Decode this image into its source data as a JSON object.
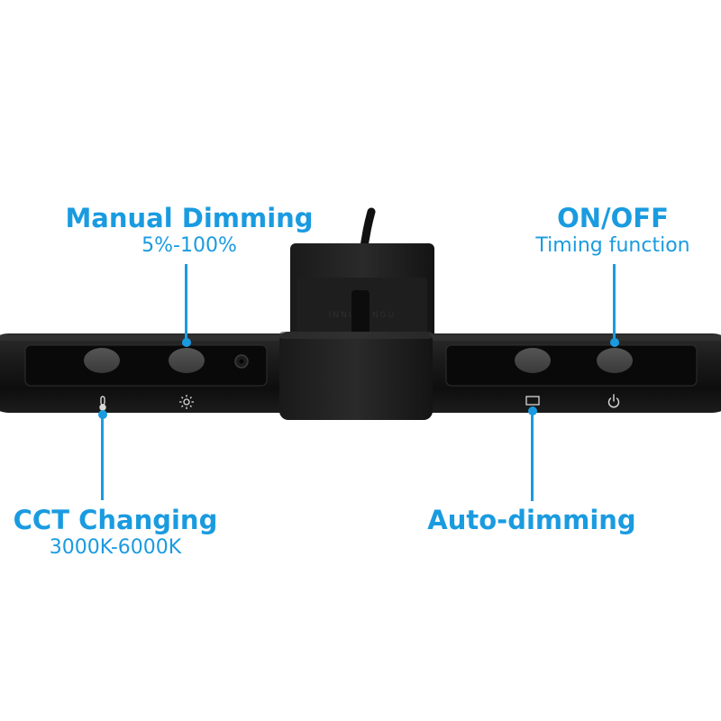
{
  "colors": {
    "accent": "#1a9be0",
    "bar_body": "#141414",
    "bar_highlight": "#3a3a3a",
    "button": "#4a4a4a"
  },
  "icons": {
    "cct_button": "thermometer-icon",
    "manual_dimming_button": "sun-icon",
    "auto_dimming_button": "rectangle-icon",
    "power_button": "power-icon",
    "sensor": "light-sensor-icon"
  },
  "callouts": {
    "manual_dimming": {
      "title": "Manual Dimming",
      "subtitle": "5%-100%"
    },
    "on_off": {
      "title": "ON/OFF",
      "subtitle": "Timing function"
    },
    "cct_changing": {
      "title": "CCT Changing",
      "subtitle": "3000K-6000K"
    },
    "auto_dimming": {
      "title": "Auto-dimming"
    }
  }
}
